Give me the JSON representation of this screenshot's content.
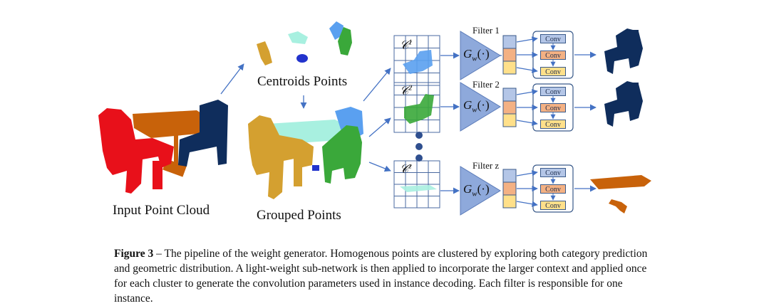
{
  "labels": {
    "input": "Input Point Cloud",
    "centroids": "Centroids Points",
    "grouped": "Grouped Points"
  },
  "filters": [
    {
      "name": "Filter 1",
      "cluster_symbol": "𝒞",
      "cluster_sup": "1"
    },
    {
      "name": "Filter 2",
      "cluster_symbol": "𝒞",
      "cluster_sup": "2"
    },
    {
      "name": "Filter z",
      "cluster_symbol": "𝒞",
      "cluster_sup": "z"
    }
  ],
  "generator_label": "G",
  "generator_sub": "w",
  "generator_arg": "(·)",
  "conv_label": "Conv",
  "caption": {
    "label": "Figure 3",
    "text": " – The pipeline of the weight generator. Homogenous points are clustered by exploring both category prediction and geometric distribution. A light-weight sub-network is then applied to incorporate the larger context and applied once for each cluster to generate the convolution parameters used in instance decoding. Each filter is responsible for one instance."
  },
  "colors": {
    "arrow": "#4472c4",
    "chair_red": "#e8101a",
    "chair_navy": "#0f2d5c",
    "table_orange": "#c8620a",
    "gold": "#d4a030",
    "cyan": "#a8f0e0",
    "green": "#3aa83a",
    "light_blue": "#5aa0f0",
    "triangle": "#8ea9db"
  }
}
